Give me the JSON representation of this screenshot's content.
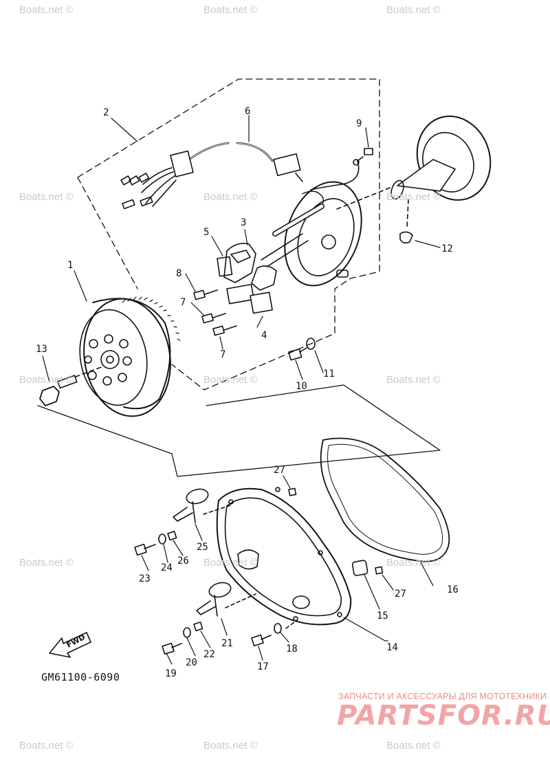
{
  "diagram": {
    "part_labels": [
      {
        "id": "l1",
        "text": "1"
      },
      {
        "id": "l2",
        "text": "2"
      },
      {
        "id": "l3",
        "text": "3"
      },
      {
        "id": "l4",
        "text": "4"
      },
      {
        "id": "l5",
        "text": "5"
      },
      {
        "id": "l6",
        "text": "6"
      },
      {
        "id": "l7a",
        "text": "7"
      },
      {
        "id": "l7b",
        "text": "7"
      },
      {
        "id": "l8",
        "text": "8"
      },
      {
        "id": "l9",
        "text": "9"
      },
      {
        "id": "l10",
        "text": "10"
      },
      {
        "id": "l11",
        "text": "11"
      },
      {
        "id": "l12",
        "text": "12"
      },
      {
        "id": "l13",
        "text": "13"
      },
      {
        "id": "l14",
        "text": "14"
      },
      {
        "id": "l15",
        "text": "15"
      },
      {
        "id": "l16",
        "text": "16"
      },
      {
        "id": "l17",
        "text": "17"
      },
      {
        "id": "l18",
        "text": "18"
      },
      {
        "id": "l19",
        "text": "19"
      },
      {
        "id": "l20",
        "text": "20"
      },
      {
        "id": "l21",
        "text": "21"
      },
      {
        "id": "l22",
        "text": "22"
      },
      {
        "id": "l23",
        "text": "23"
      },
      {
        "id": "l24",
        "text": "24"
      },
      {
        "id": "l25",
        "text": "25"
      },
      {
        "id": "l26",
        "text": "26"
      },
      {
        "id": "l27a",
        "text": "27"
      },
      {
        "id": "l27b",
        "text": "27"
      }
    ],
    "drawing_code": "GM61100-6090",
    "fwd_label": "FWD"
  },
  "watermark": "Boats.net ©",
  "advert": {
    "tagline": "ЗАПЧАСТИ И АКСЕССУАРЫ ДЛЯ МОТОТЕХНИКИ",
    "logo": "PARTSFOR.RU"
  },
  "colors": {
    "ink": "#111111",
    "watermark": "#c9c9c9",
    "advert": "#f2a5a5"
  }
}
